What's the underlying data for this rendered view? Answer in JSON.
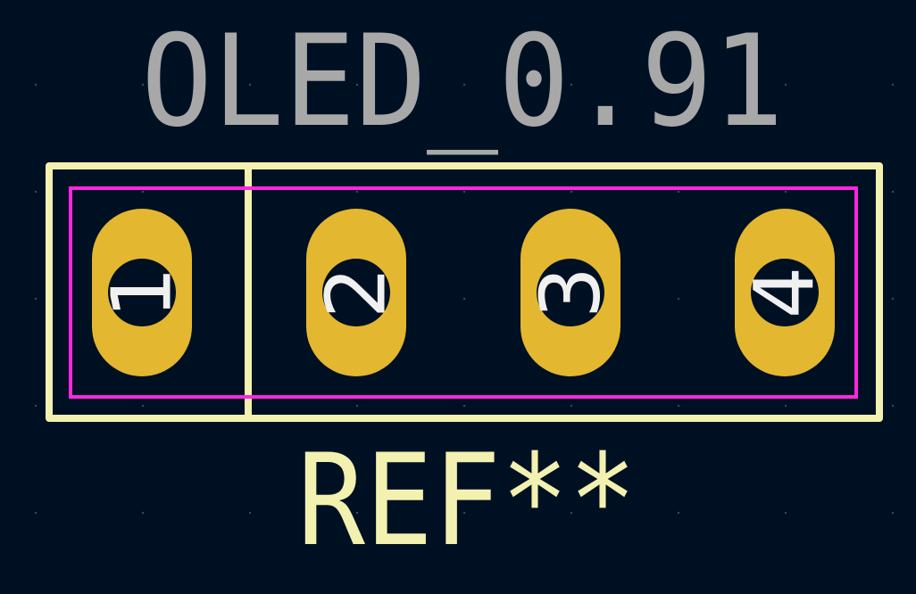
{
  "footprint": {
    "value_label": "OLED_0.91",
    "reference_label": "REF**",
    "pads": [
      {
        "number": "1"
      },
      {
        "number": "2"
      },
      {
        "number": "3"
      },
      {
        "number": "4"
      }
    ]
  },
  "colors": {
    "background": "#001023",
    "value_text": "#a8a8a8",
    "reference_text": "#f3f1b0",
    "silkscreen": "#f3f1b0",
    "courtyard": "#ff26e2",
    "pad": "#e3b72f",
    "drill": "#001023",
    "pad_number": "#f0f0f0"
  }
}
